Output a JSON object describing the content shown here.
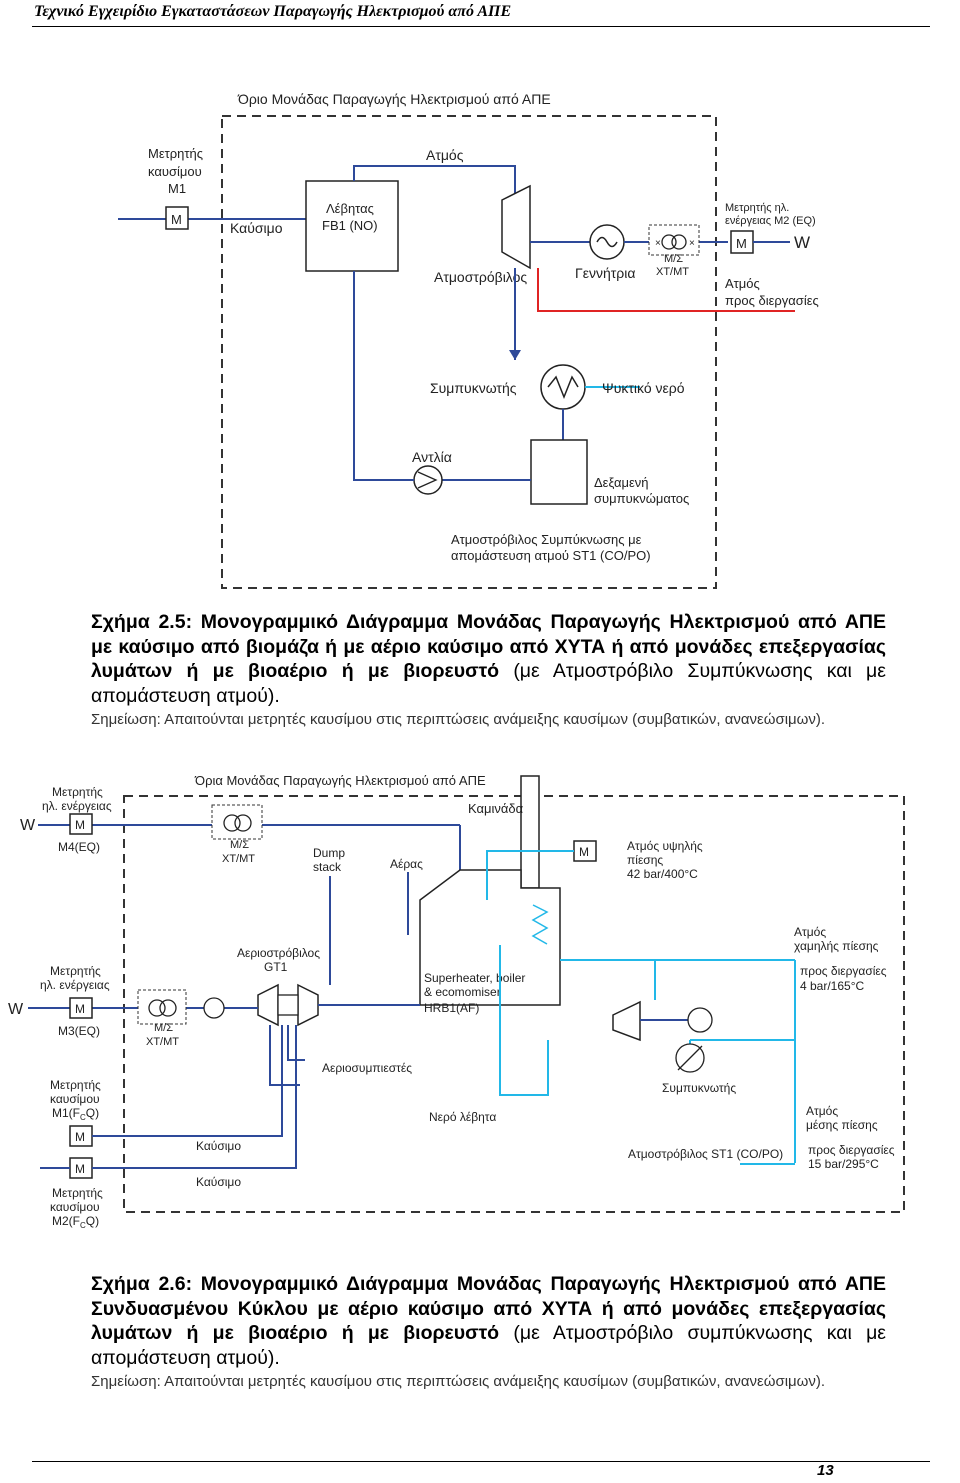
{
  "header": {
    "title": "Τεχνικό Εγχειρίδιο Εγκαταστάσεων Παραγωγής Ηλεκτρισμού από ΑΠΕ"
  },
  "figure1": {
    "boundary_label": "Όριο Μονάδας Παραγωγής Ηλεκτρισμού από ΑΠΕ",
    "meter_m1": [
      "Μετρητής",
      "καυσίμου",
      "M1"
    ],
    "fuel": "Καύσιμο",
    "boiler": [
      "Λέβητας",
      "FB1 (NO)"
    ],
    "steam": "Ατμός",
    "turbine": "Ατμοστρόβιλος",
    "generator": "Γεννήτρια",
    "transformer": [
      "Μ/Σ",
      "ΧΤ/ΜΤ"
    ],
    "meter_m2": [
      "Μετρητής ηλ.",
      "ενέργειας M2 (EQ)"
    ],
    "w": "W",
    "m": "M",
    "process_steam": [
      "Ατμός",
      "προς διεργασίες"
    ],
    "condenser": "Συμπυκνωτής",
    "cooling_water": "Ψυκτικό νερό",
    "pump": "Αντλία",
    "tank": [
      "Δεξαμενή",
      "συμπυκνώματος"
    ],
    "st_label": [
      "Ατμοστρόβιλος Συμπύκνωσης με",
      "απομάστευση ατμού ST1 (CO/PO)"
    ]
  },
  "caption1": {
    "bold": "Σχήμα 2.5: Μονογραμμικό Διάγραμμα Μονάδας Παραγωγής Ηλεκτρισμού από ΑΠΕ με καύσιμο από βιομάζα ή με αέριο καύσιμο από ΧΥΤΑ ή από μονάδες επεξεργασίας λυμάτων ή με βιοαέριο ή με βιορευστό",
    "normal": " (με Ατμοστρόβιλο Συμπύκνωσης και με απομάστευση ατμού).",
    "note": "Σημείωση: Απαιτούνται μετρητές καυσίμου στις περιπτώσεις ανάμειξης καυσίμων (συμβατικών, ανανεώσιμων)."
  },
  "figure2": {
    "boundary_label": "Όρια Μονάδας Παραγωγής Ηλεκτρισμού από ΑΠΕ",
    "meter_m4": [
      "Μετρητής",
      "ηλ. ενέργειας"
    ],
    "m4": "M4(EQ)",
    "meter_m3": [
      "Μετρητής",
      "ηλ. ενέργειας"
    ],
    "m3": "M3(EQ)",
    "w": "W",
    "m": "M",
    "transformer": [
      "Μ/Σ",
      "ΧΤ/ΜΤ"
    ],
    "dump_stack": [
      "Dump",
      "stack"
    ],
    "air": "Αέρας",
    "chimney": "Καμινάδα",
    "hp_steam": [
      "Ατμός υψηλής",
      "πίεσης",
      "42 bar/400°C"
    ],
    "gas_turbine": [
      "Αεριοστρόβιλος",
      "GT1"
    ],
    "hrsg": [
      "Superheater, boiler",
      "& ecomomiser",
      "HRB1(AF)"
    ],
    "lp_steam": [
      "Ατμός",
      "χαμηλής πίεσης"
    ],
    "lp_process": [
      "προς διεργασίες",
      "4 bar/165°C"
    ],
    "compressors": "Αεριοσυμπιεστές",
    "meter_m1": [
      "Μετρητής",
      "καυσίμου",
      "M1(F"
    ],
    "meter_m1_sub": "C",
    "meter_m1_end": "Q)",
    "boiler_water": "Νερό λέβητα",
    "condenser": "Συμπυκνωτής",
    "mp_steam": [
      "Ατμός",
      "μέσης πίεσης"
    ],
    "mp_process": [
      "προς διεργασίες",
      "15 bar/295°C"
    ],
    "fuel": "Καύσιμο",
    "st_label": "Ατμοστρόβιλος ST1 (CO/PO)",
    "meter_m2": [
      "Μετρητής",
      "καυσίμου",
      "M2(F"
    ],
    "meter_m2_sub": "C",
    "meter_m2_end": "Q)"
  },
  "caption2": {
    "bold": "Σχήμα 2.6: Μονογραμμικό Διάγραμμα Μονάδας Παραγωγής Ηλεκτρισμού από ΑΠΕ Συνδυασμένου Κύκλου με αέριο καύσιμο από ΧΥΤΑ ή από μονάδες επεξεργασίας λυμάτων ή με βιοαέριο ή με βιορευστό",
    "normal": " (με Ατμοστρόβιλο συμπύκνωσης και με απομάστευση ατμού).",
    "note": "Σημείωση: Απαιτούνται μετρητές καυσίμου στις περιπτώσεις ανάμειξης καυσίμων (συμβατικών, ανανεώσιμων)."
  },
  "footer": {
    "page_number": "13"
  },
  "colors": {
    "electric_line": "#2e4a9a",
    "water_line": "#22b8e8",
    "steam_line": "#e02424",
    "text": "#222222"
  }
}
